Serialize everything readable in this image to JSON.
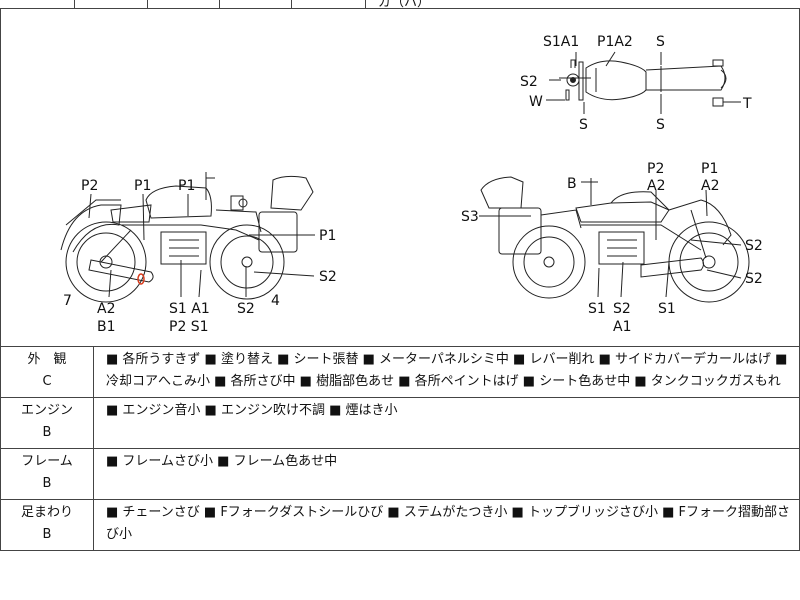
{
  "top_strip": {
    "visible_text": "ガ（ハ）"
  },
  "diagram": {
    "top_view_labels": {
      "s1a1": "S1A1",
      "p1a2": "P1A2",
      "s_top": "S",
      "s2": "S2",
      "w": "W",
      "s_bottom_left": "S",
      "s_bottom_right": "S",
      "t": "T"
    },
    "left_view_labels": {
      "p2": "P2",
      "p1_a": "P1",
      "p1_b": "P1",
      "p1_right": "P1",
      "s2_right": "S2",
      "a2": "A2",
      "b1": "B1",
      "s1a1": "S1 A1",
      "p2s1": "P2 S1",
      "s2_bottom": "S2",
      "num7": "7",
      "num4": "4"
    },
    "right_view_labels": {
      "b": "B",
      "p2": "P2",
      "a2_left": "A2",
      "p1": "P1",
      "a2_right": "A2",
      "s3": "S3",
      "s2_upper": "S2",
      "s2_lower": "S2",
      "s1_left": "S1",
      "s2_mid": "S2",
      "a1": "A1",
      "s1_right": "S1"
    }
  },
  "evaluation": [
    {
      "category": "外　観",
      "grade": "C",
      "items": "■ 各所うすきず ■ 塗り替え ■ シート張替 ■ メーターパネルシミ中 ■ レバー削れ ■ サイドカバーデカールはげ ■ 冷却コアへこみ小 ■ 各所さび中 ■ 樹脂部色あせ ■ 各所ペイントはげ ■ シート色あせ中 ■ タンクコックガスもれ"
    },
    {
      "category": "エンジン",
      "grade": "B",
      "items": "■ エンジン音小 ■ エンジン吹け不調 ■ 煙はき小"
    },
    {
      "category": "フレーム",
      "grade": "B",
      "items": "■ フレームさび小 ■ フレーム色あせ中"
    },
    {
      "category": "足まわり",
      "grade": "B",
      "items": "■ チェーンさび ■ Fフォークダストシールひび ■ ステムがたつき小 ■ トップブリッジさび小 ■ Fフォーク摺動部さび小"
    }
  ]
}
